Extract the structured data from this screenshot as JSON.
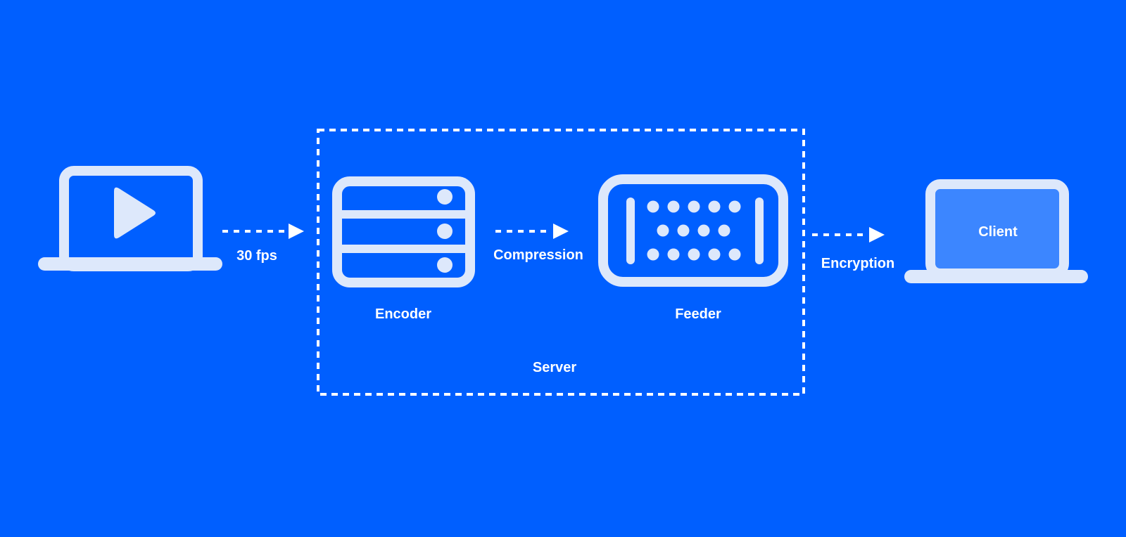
{
  "colors": {
    "background": "#005FFF",
    "icon_fill": "#DDE8FB",
    "client_screen": "#3C86FF",
    "text": "#FFFFFF"
  },
  "nodes": {
    "source": {
      "icon": "laptop-play-icon"
    },
    "encoder": {
      "icon": "server-stack-icon",
      "label": "Encoder"
    },
    "feeder": {
      "icon": "keyboard-feeder-icon",
      "label": "Feeder"
    },
    "server": {
      "label": "Server"
    },
    "client": {
      "icon": "laptop-icon",
      "label": "Client"
    }
  },
  "edges": [
    {
      "from": "source",
      "to": "encoder",
      "label": "30 fps"
    },
    {
      "from": "encoder",
      "to": "feeder",
      "label": "Compression"
    },
    {
      "from": "feeder",
      "to": "client",
      "label": "Encryption"
    }
  ]
}
